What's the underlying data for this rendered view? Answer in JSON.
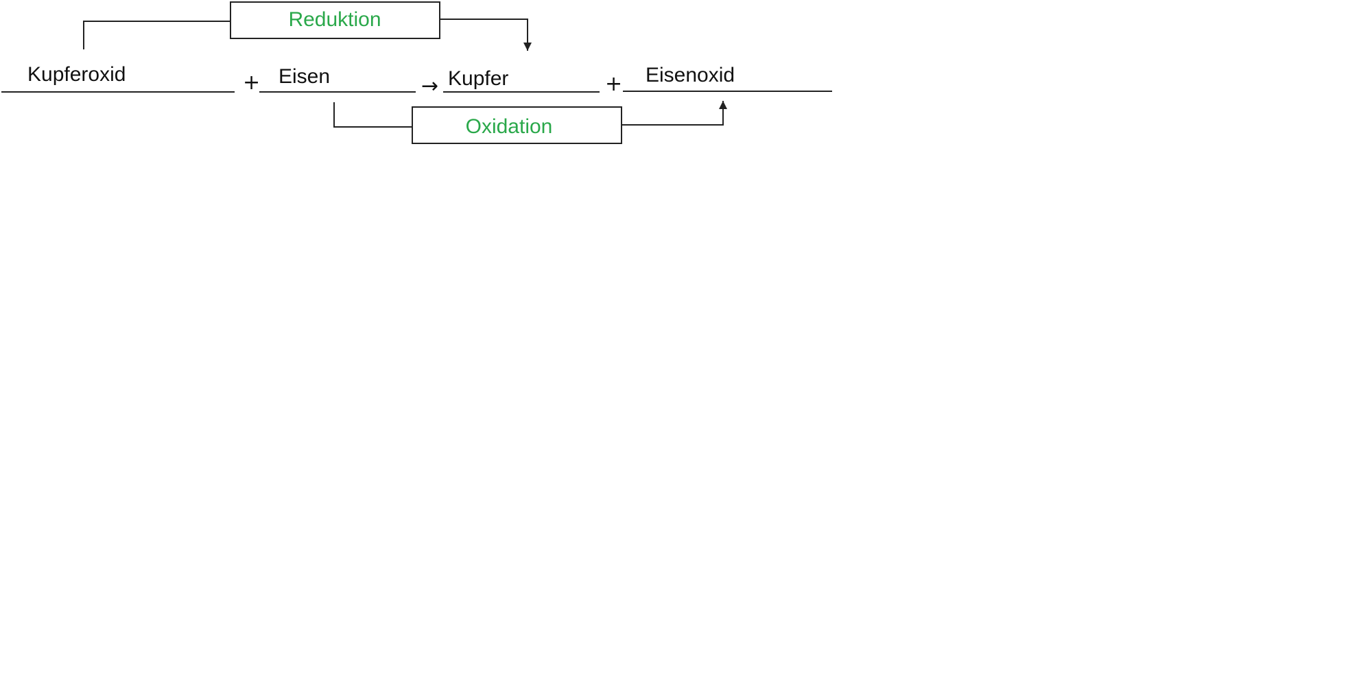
{
  "equation": {
    "reactant_1": "Kupferoxid",
    "plus_1": "+",
    "reactant_2": "Eisen",
    "arrow": "→",
    "product_1": "Kupfer",
    "plus_2": "+",
    "product_2": "Eisenoxid"
  },
  "annotations": {
    "reduction_label": "Reduktion",
    "oxidation_label": "Oxidation"
  },
  "colors": {
    "label_green": "#2aa84a",
    "stroke": "#222222",
    "text": "#111111"
  }
}
